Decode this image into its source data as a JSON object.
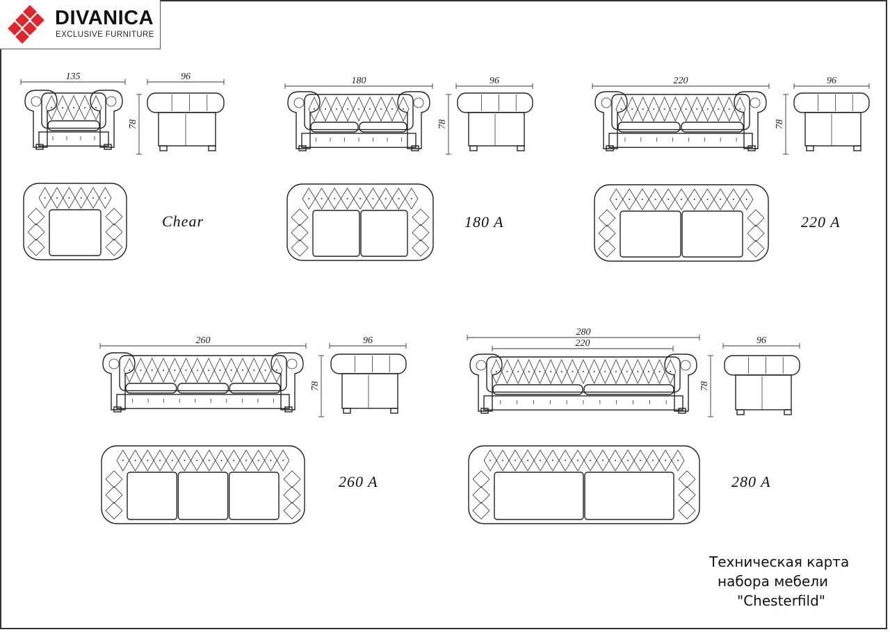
{
  "brand": {
    "name": "DIVANICA",
    "tagline": "EXCLUSIVE FURNITURE",
    "accent_color": "#e3262e"
  },
  "models": [
    {
      "name": "Chear",
      "width": "135",
      "depth": "96",
      "height": "78"
    },
    {
      "name": "180 A",
      "width": "180",
      "depth": "96",
      "height": "78"
    },
    {
      "name": "220 A",
      "width": "220",
      "depth": "96",
      "height": "78"
    },
    {
      "name": "260 A",
      "width": "260",
      "depth": "96",
      "height": "78"
    },
    {
      "name": "280 A",
      "width": "280",
      "inner_width": "220",
      "depth": "96",
      "height": "78"
    }
  ],
  "caption": {
    "line1": "Техническая карта",
    "line2": "набора мебели",
    "line3": "\"Chesterfild\""
  }
}
